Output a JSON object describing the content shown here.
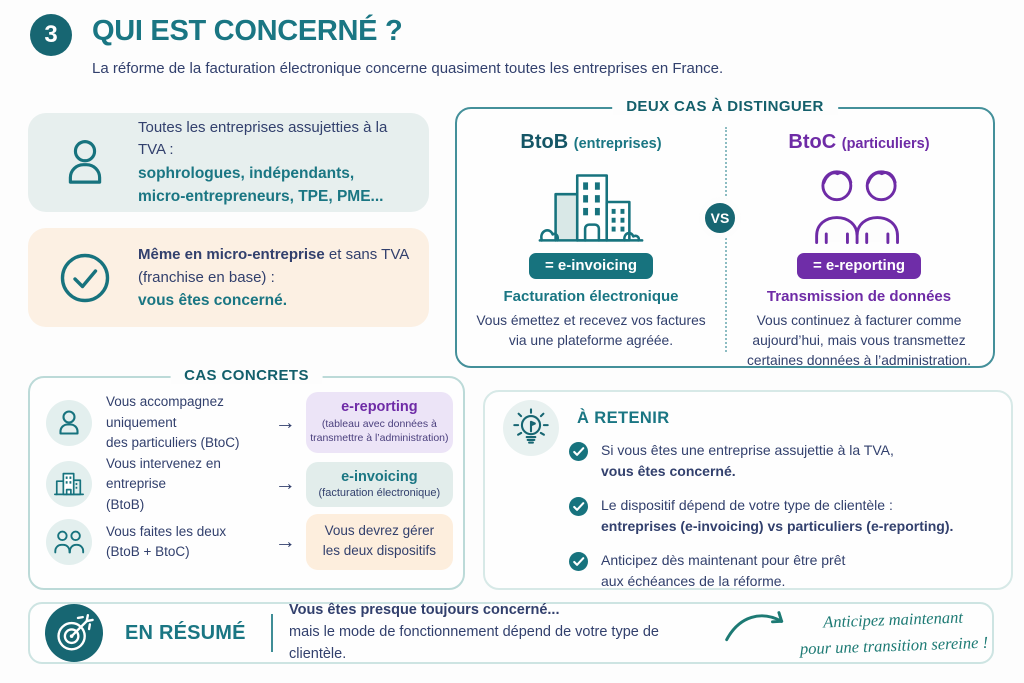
{
  "header": {
    "number": "3",
    "title": "QUI EST CONCERNÉ ?",
    "subtitle": "La réforme de la facturation électronique concerne quasiment toutes les entreprises en France."
  },
  "cards": {
    "tva": {
      "line1": "Toutes les entreprises assujetties à la TVA :",
      "line2": "sophrologues, indépendants,",
      "line3": "micro-entrepreneurs, TPE, PME..."
    },
    "micro": {
      "bold1": "Même en micro-entreprise",
      "rest1": " et sans TVA",
      "line2": "(franchise en base) :",
      "line3": "vous êtes concerné."
    }
  },
  "deux_cas": {
    "title": "DEUX CAS À DISTINGUER",
    "vs_label": "VS",
    "btob": {
      "name": "BtoB",
      "qualifier": "(entreprises)",
      "pill": "= e-invoicing",
      "subtitle": "Facturation électronique",
      "description": "Vous émettez et recevez vos factures via une plateforme agréée."
    },
    "btoc": {
      "name": "BtoC",
      "qualifier": "(particuliers)",
      "pill": "= e-reporting",
      "subtitle": "Transmission de données",
      "description": "Vous continuez à facturer comme aujourd’hui, mais vous transmettez certaines données à l’administration."
    }
  },
  "cas_concrets": {
    "title": "CAS CONCRETS",
    "arrow": "→",
    "rows": [
      {
        "line1": "Vous accompagnez uniquement",
        "line2": "des particuliers (BtoC)",
        "result_title": "e-reporting",
        "result_note": "(tableau avec données à transmettre à l’administration)"
      },
      {
        "line1": "Vous intervenez en entreprise",
        "line2": "(BtoB)",
        "result_title": "e-invoicing",
        "result_note": "(facturation électronique)"
      },
      {
        "line1": "Vous faites les deux",
        "line2": "(BtoB + BtoC)",
        "result_line1": "Vous devrez gérer",
        "result_line2": "les deux dispositifs"
      }
    ]
  },
  "a_retenir": {
    "title": "À RETENIR",
    "items": [
      {
        "text": "Si vous êtes une entreprise assujettie à la TVA,",
        "emphasis": "vous êtes concerné."
      },
      {
        "text": "Le dispositif dépend de votre type de clientèle :",
        "emphasis": "entreprises (e-invoicing) vs particuliers (e-reporting)."
      },
      {
        "text": "Anticipez dès maintenant pour être prêt",
        "text2": "aux échéances de la réforme."
      }
    ]
  },
  "resume": {
    "title": "EN RÉSUMÉ",
    "lead": "Vous êtes presque toujours concerné...",
    "detail": "mais le mode de fonctionnement dépend de votre type de clientèle.",
    "handwritten1": "Anticipez maintenant",
    "handwritten2": "pour une transition sereine !"
  },
  "icons": [
    "person-icon",
    "check-circle-icon",
    "buildings-icon",
    "people-icon",
    "lightbulb-icon",
    "target-icon",
    "arrow-right-icon",
    "curved-arrow-icon",
    "check-badge-icon"
  ],
  "colors": {
    "teal": "#17737E",
    "teal_dark": "#176672",
    "navy": "#32406D",
    "purple": "#6E2BA6",
    "peach_bg": "#FCF0E3",
    "light_teal_bg": "#E7EFEE",
    "lavender_bg": "#ECE4F7"
  }
}
